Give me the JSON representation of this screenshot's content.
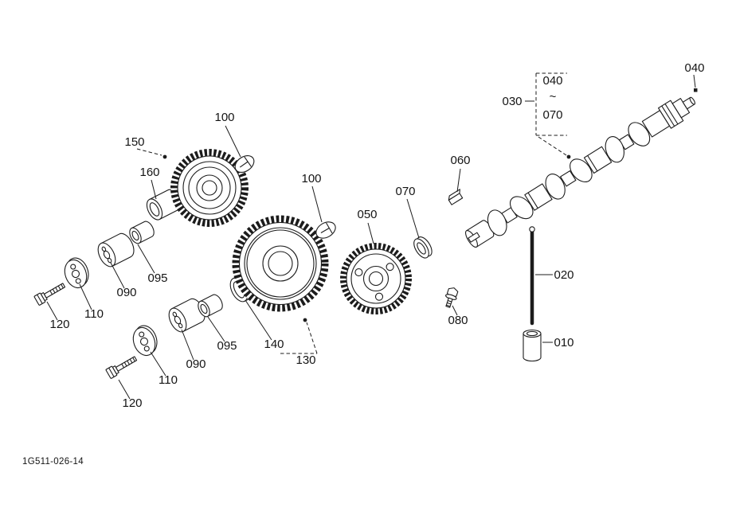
{
  "diagram": {
    "drawing_code": "1G511-026-14",
    "ink_color": "#1c1c1c",
    "background_color": "#ffffff",
    "labels": {
      "l040_top": "040",
      "l030": "030",
      "l040_grp": "040",
      "l_tilde": "~",
      "l070_grp": "070",
      "l060": "060",
      "l100_a": "100",
      "l150": "150",
      "l160": "160",
      "l100_b": "100",
      "l070": "070",
      "l050": "050",
      "l020": "020",
      "l080": "080",
      "l010": "010",
      "l095_a": "095",
      "l090_a": "090",
      "l110_a": "110",
      "l120_a": "120",
      "l095_b": "095",
      "l090_b": "090",
      "l140": "140",
      "l130": "130",
      "l110_b": "110",
      "l120_b": "120"
    }
  }
}
